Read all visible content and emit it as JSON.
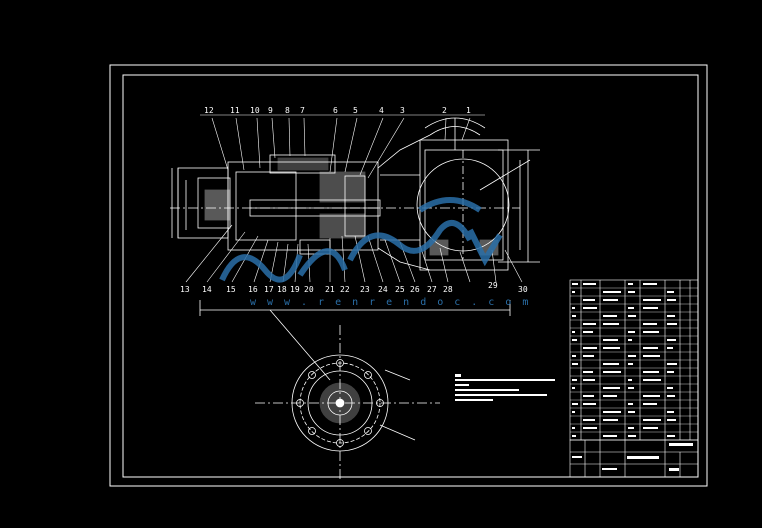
{
  "balloons": [
    "12",
    "11",
    "10",
    "9",
    "8",
    "7",
    "6",
    "5",
    "4",
    "3",
    "2",
    "1",
    "13",
    "14",
    "15",
    "16",
    "17",
    "18",
    "19",
    "20",
    "21",
    "22",
    "23",
    "24",
    "25",
    "26",
    "27",
    "28",
    "29",
    "30"
  ],
  "watermark": {
    "text": "www.renrendoc.com",
    "color": "#2a6fa8"
  },
  "colors": {
    "background": "#000000",
    "lines": "#ffffff",
    "watermark": "#2a6fa8"
  }
}
